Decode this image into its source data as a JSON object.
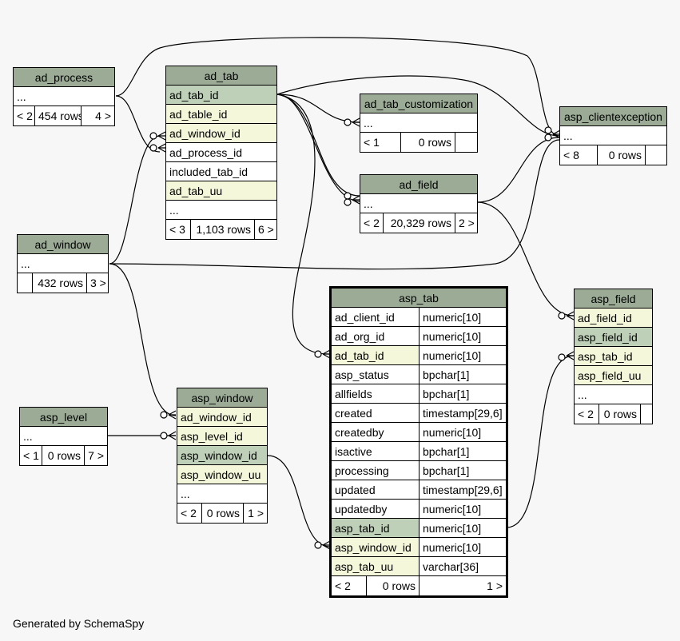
{
  "tables": [
    {
      "id": "ad_process",
      "name": "ad_process",
      "cols": [
        {
          "name": "..."
        }
      ],
      "stats": [
        "< 2",
        "454 rows",
        "4 >"
      ]
    },
    {
      "id": "ad_tab",
      "name": "ad_tab",
      "cols": [
        {
          "name": "ad_tab_id",
          "kind": "pk"
        },
        {
          "name": "ad_table_id",
          "kind": "fk"
        },
        {
          "name": "ad_window_id",
          "kind": "fk"
        },
        {
          "name": "ad_process_id"
        },
        {
          "name": "included_tab_id"
        },
        {
          "name": "ad_tab_uu",
          "kind": "fk"
        },
        {
          "name": "..."
        }
      ],
      "stats": [
        "< 3",
        "1,103 rows",
        "6 >"
      ]
    },
    {
      "id": "ad_tab_customization",
      "name": "ad_tab_customization",
      "cols": [
        {
          "name": "..."
        }
      ],
      "stats": [
        "< 1",
        "0 rows",
        ""
      ]
    },
    {
      "id": "asp_clientexception",
      "name": "asp_clientexception",
      "cols": [
        {
          "name": "..."
        }
      ],
      "stats": [
        "< 8",
        "0 rows",
        ""
      ]
    },
    {
      "id": "ad_field",
      "name": "ad_field",
      "cols": [
        {
          "name": "..."
        }
      ],
      "stats": [
        "< 2",
        "20,329 rows",
        "2 >"
      ]
    },
    {
      "id": "ad_window",
      "name": "ad_window",
      "cols": [
        {
          "name": "..."
        }
      ],
      "stats": [
        "",
        "432 rows",
        "3 >"
      ]
    },
    {
      "id": "asp_tab",
      "name": "asp_tab",
      "focus": true,
      "cols": [
        {
          "name": "ad_client_id",
          "type": "numeric[10]"
        },
        {
          "name": "ad_org_id",
          "type": "numeric[10]"
        },
        {
          "name": "ad_tab_id",
          "type": "numeric[10]",
          "kind": "fk"
        },
        {
          "name": "asp_status",
          "type": "bpchar[1]"
        },
        {
          "name": "allfields",
          "type": "bpchar[1]"
        },
        {
          "name": "created",
          "type": "timestamp[29,6]"
        },
        {
          "name": "createdby",
          "type": "numeric[10]"
        },
        {
          "name": "isactive",
          "type": "bpchar[1]"
        },
        {
          "name": "processing",
          "type": "bpchar[1]"
        },
        {
          "name": "updated",
          "type": "timestamp[29,6]"
        },
        {
          "name": "updatedby",
          "type": "numeric[10]"
        },
        {
          "name": "asp_tab_id",
          "type": "numeric[10]",
          "kind": "pk"
        },
        {
          "name": "asp_window_id",
          "type": "numeric[10]",
          "kind": "fk"
        },
        {
          "name": "asp_tab_uu",
          "type": "varchar[36]",
          "kind": "fk"
        }
      ],
      "stats": [
        "< 2",
        "0 rows",
        "1 >"
      ]
    },
    {
      "id": "asp_field",
      "name": "asp_field",
      "cols": [
        {
          "name": "ad_field_id",
          "kind": "fk"
        },
        {
          "name": "asp_field_id",
          "kind": "pk"
        },
        {
          "name": "asp_tab_id",
          "kind": "fk"
        },
        {
          "name": "asp_field_uu",
          "kind": "fk"
        },
        {
          "name": "..."
        }
      ],
      "stats": [
        "< 2",
        "0 rows",
        ""
      ]
    },
    {
      "id": "asp_level",
      "name": "asp_level",
      "cols": [
        {
          "name": "..."
        }
      ],
      "stats": [
        "< 1",
        "0 rows",
        "7 >"
      ]
    },
    {
      "id": "asp_window",
      "name": "asp_window",
      "cols": [
        {
          "name": "ad_window_id",
          "kind": "fk"
        },
        {
          "name": "asp_level_id",
          "kind": "fk"
        },
        {
          "name": "asp_window_id",
          "kind": "pk"
        },
        {
          "name": "asp_window_uu",
          "kind": "fk"
        },
        {
          "name": "..."
        }
      ],
      "stats": [
        "< 2",
        "0 rows",
        "1 >"
      ]
    }
  ],
  "footer": "Generated by SchemaSpy"
}
